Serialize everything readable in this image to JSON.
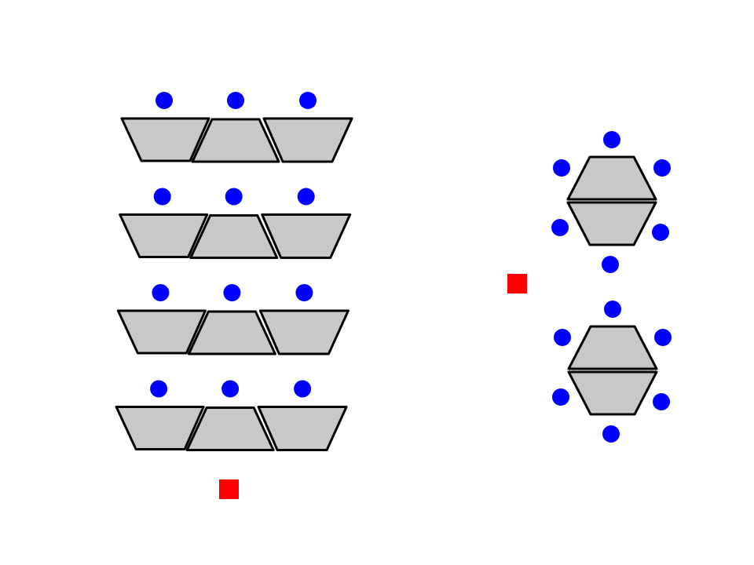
{
  "colors": {
    "background": "#ffffff",
    "desk_fill": "#c8c8c8",
    "desk_stroke": "#000000",
    "seat": "#0000ff",
    "teacher_position": "#ff0000"
  },
  "layout_groups": {
    "rows": {
      "row_count": 4,
      "desks_per_row": 3,
      "seats_per_row": 3
    },
    "clusters": {
      "cluster_count": 2,
      "desks_per_cluster": 2,
      "seats_per_cluster": 6
    }
  },
  "markers": {
    "count": 2
  }
}
